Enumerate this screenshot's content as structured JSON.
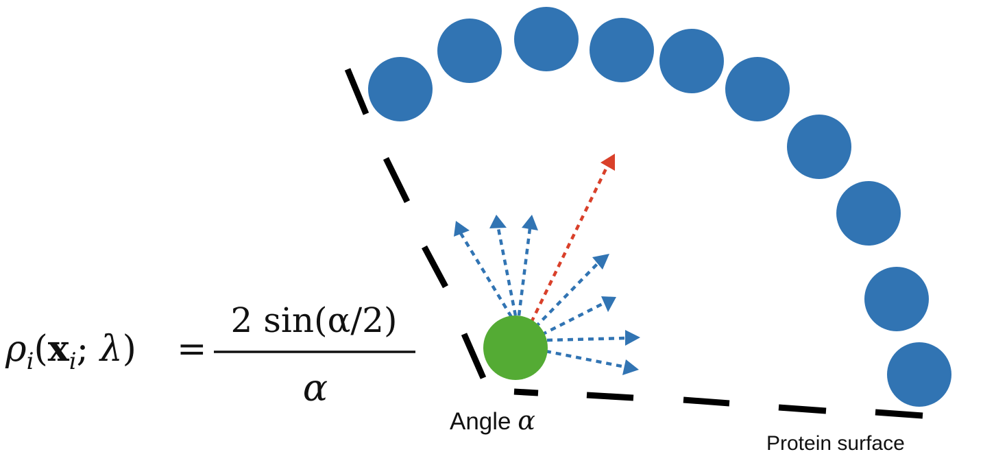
{
  "formula": {
    "lhs_rho": "ρ",
    "lhs_sub_i": "i",
    "lhs_open": "(",
    "lhs_x": "x",
    "lhs_x_sub": "i",
    "lhs_sep": "; ",
    "lhs_lambda": "λ",
    "lhs_close": ")",
    "equals": "=",
    "numerator": "2 sin(α/2)",
    "denominator": "α"
  },
  "labels": {
    "angle_text": "Angle ",
    "angle_symbol": "α",
    "surface": "Protein surface"
  },
  "colors": {
    "protein_atom": "#3174b3",
    "probe_atom": "#54ab34",
    "ray_blue": "#3174b3",
    "ray_red": "#d9402a",
    "boundary": "#000000"
  }
}
